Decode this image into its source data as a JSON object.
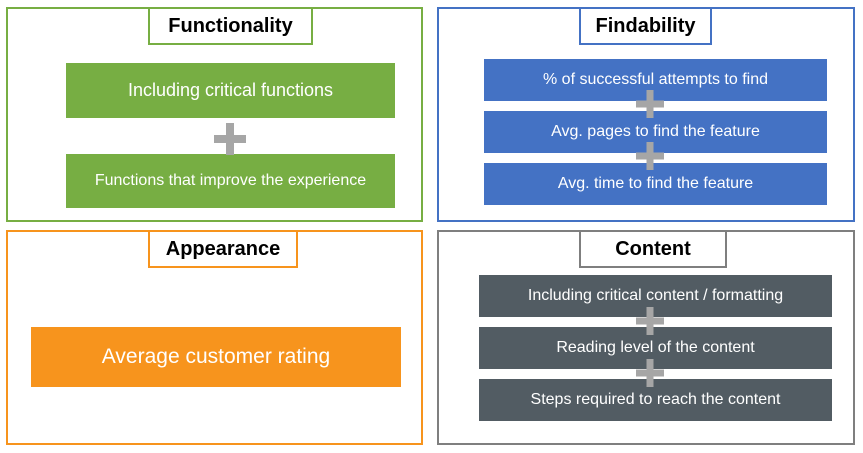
{
  "colors": {
    "green": "#77AE43",
    "blue": "#4472C4",
    "orange": "#F7941D",
    "slate": "#525C63",
    "gray_border": "#7F7F7F",
    "plus": "#A6A6A6"
  },
  "panels": {
    "functionality": {
      "title": "Functionality",
      "items": [
        "Including critical functions",
        "Functions that improve the experience"
      ]
    },
    "findability": {
      "title": "Findability",
      "items": [
        "% of successful attempts to find",
        "Avg. pages to find the feature",
        "Avg. time to find the feature"
      ]
    },
    "appearance": {
      "title": "Appearance",
      "items": [
        "Average customer rating"
      ]
    },
    "content": {
      "title": "Content",
      "items": [
        "Including critical content / formatting",
        "Reading level of the content",
        "Steps required to reach the content"
      ]
    }
  },
  "plus_icon": "plus-icon"
}
